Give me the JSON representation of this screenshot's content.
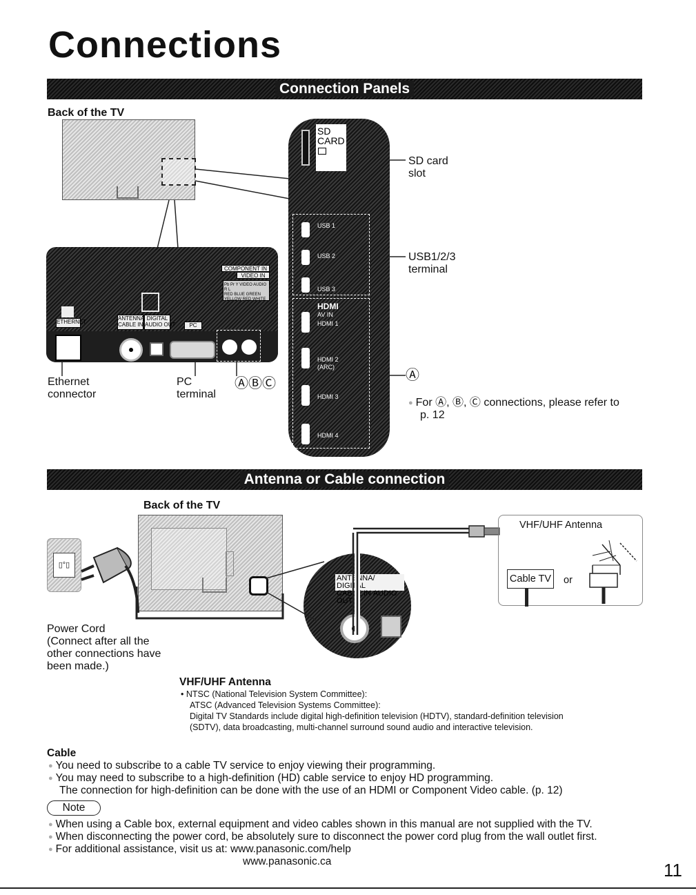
{
  "page": {
    "title": "Connections",
    "page_number": "11"
  },
  "panels": {
    "banner": "Connection Panels",
    "back_of_tv": "Back of the TV",
    "sd_card": {
      "line1": "SD card",
      "line2": "slot",
      "panel_text1": "SD",
      "panel_text2": "CARD"
    },
    "usb": {
      "line1": "USB1/2/3",
      "line2": "terminal",
      "ports": [
        "USB 1",
        "USB 2",
        "USB 3"
      ]
    },
    "hdmi": {
      "logo": "HDMI",
      "av_in": "AV IN",
      "ports": [
        "HDMI 1",
        "HDMI 2",
        "(ARC)",
        "HDMI 3",
        "HDMI 4"
      ]
    },
    "callout_a": "Ⓐ",
    "refer_note": "For Ⓐ, Ⓑ, Ⓒ connections, please refer to",
    "refer_page": "p. 12",
    "ethernet": {
      "line1": "Ethernet",
      "line2": "connector"
    },
    "pc": {
      "line1": "PC",
      "line2": "terminal"
    },
    "abc": "ⒶⒷⒸ",
    "rear_labels": {
      "ethernet": "ETHERNET",
      "antenna": "ANTENNA/\nCABLE IN",
      "digital": "DIGITAL\nAUDIO OUT",
      "pc": "PC",
      "component": "COMPONENT IN",
      "video": "VIDEO IN",
      "cols": "Pb  Pr  Y VIDEO  AUDIO  R  L",
      "colors": "RED BLUE GREEN YELLOW RED WHITE"
    }
  },
  "antenna": {
    "banner": "Antenna or Cable connection",
    "back_of_tv": "Back of the TV",
    "vhf_box_title": "VHF/UHF Antenna",
    "cable_tv": "Cable TV",
    "or": "or",
    "port_text1": "ANTENNA/",
    "port_text2": "CABLE IN",
    "port_text3": "DIGITAL",
    "port_text4": "AUDIO OUT",
    "power_cord": [
      "Power Cord",
      "(Connect after all the",
      "other connections have",
      "been made.)"
    ],
    "vhf_heading": "VHF/UHF Antenna",
    "vhf_items": [
      "• NTSC (National Television System Committee):",
      "ATSC (Advanced Television Systems Committee):",
      "Digital TV Standards include digital high-definition television (HDTV), standard-definition television",
      "(SDTV), data broadcasting, multi-channel surround sound audio and interactive television."
    ]
  },
  "cable": {
    "heading": "Cable",
    "items": [
      "You need to subscribe to a cable TV service to enjoy viewing their programming.",
      "You may need to subscribe to a high-definition (HD) cable service to enjoy HD programming."
    ],
    "continuation": "The connection for high-definition can be done with the use of an HDMI or Component Video cable. (p. 12)"
  },
  "note": {
    "label": "Note",
    "items": [
      "When using a Cable box, external equipment and video cables shown in this manual are not supplied with the TV.",
      "When disconnecting the power cord, be absolutely sure to disconnect the power cord plug from the wall outlet first.",
      "For additional assistance, visit us at:  www.panasonic.com/help"
    ],
    "url2": "www.panasonic.ca"
  }
}
